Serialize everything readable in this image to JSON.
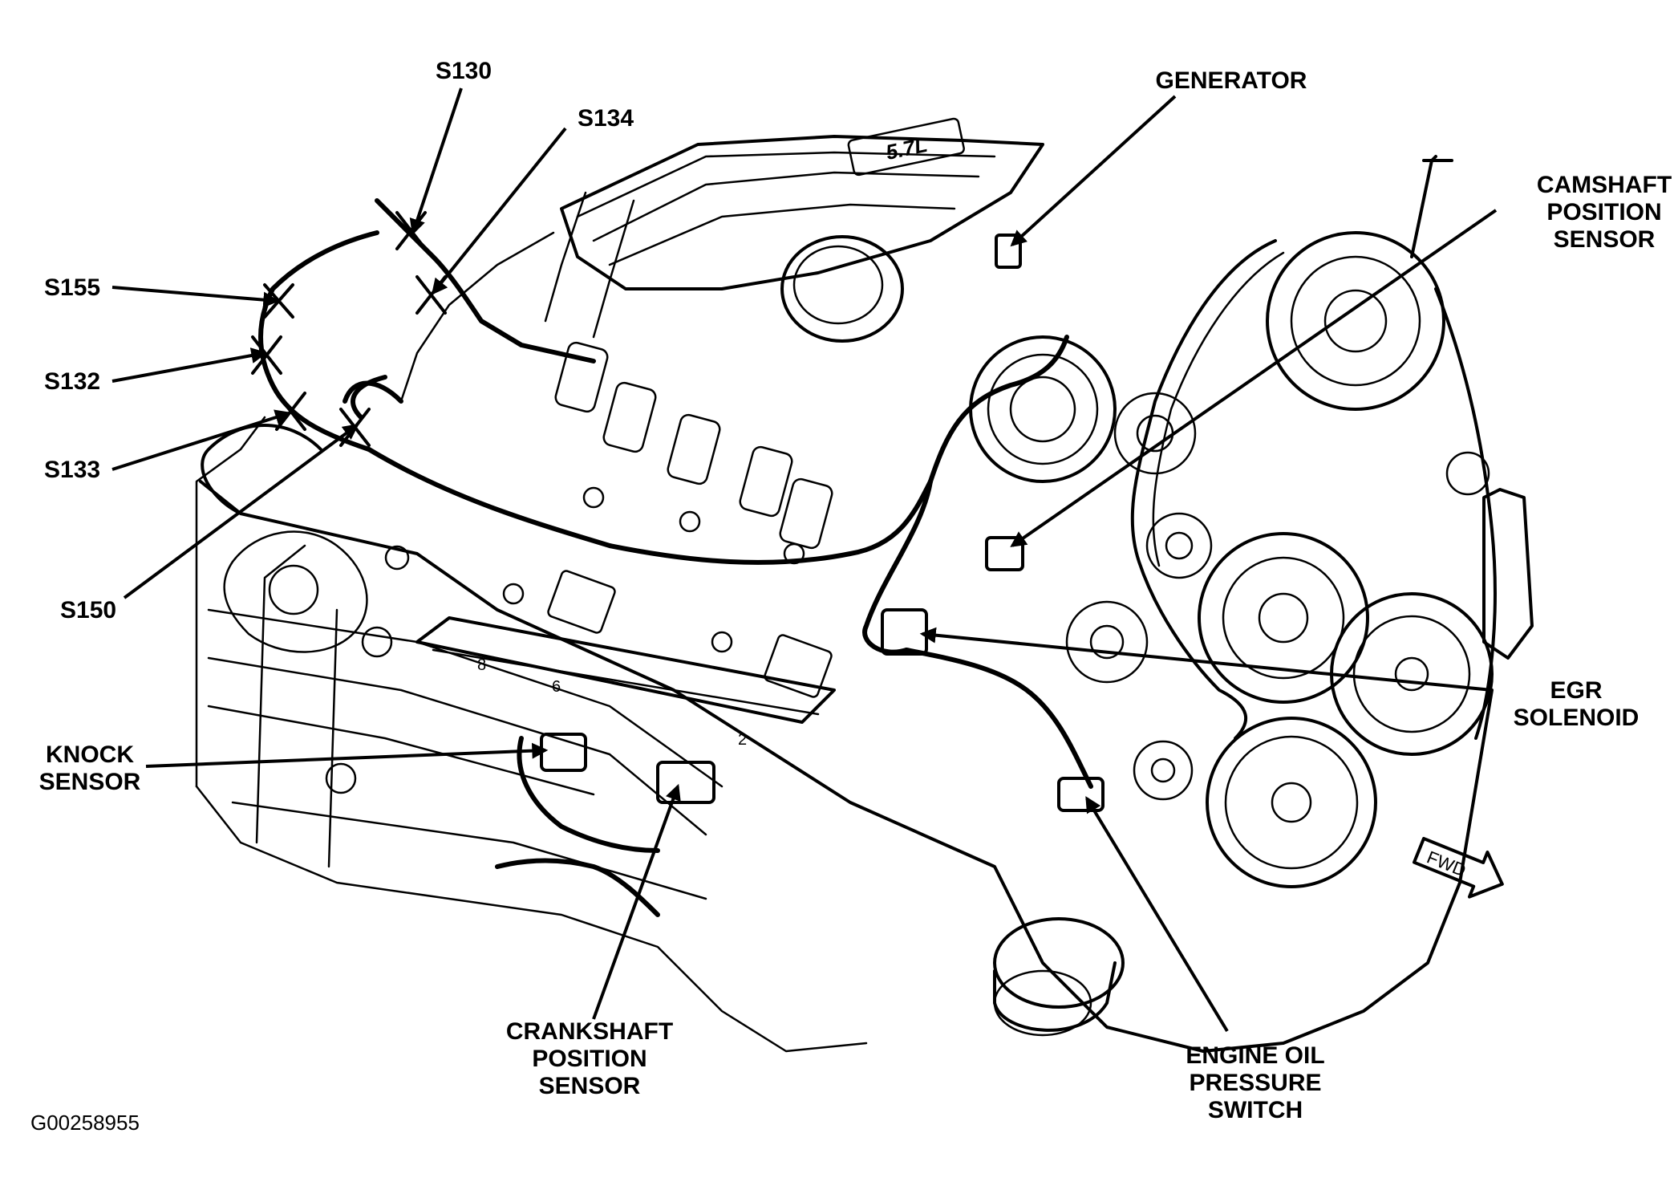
{
  "labels": {
    "s130": "S130",
    "s134": "S134",
    "s155": "S155",
    "s132": "S132",
    "s133": "S133",
    "s150": "S150",
    "generator": "GENERATOR",
    "camshaft_1": "CAMSHAFT",
    "camshaft_2": "POSITION",
    "camshaft_3": "SENSOR",
    "egr_1": "EGR",
    "egr_2": "SOLENOID",
    "knock_1": "KNOCK",
    "knock_2": "SENSOR",
    "crank_1": "CRANKSHAFT",
    "crank_2": "POSITION",
    "crank_3": "SENSOR",
    "oil_1": "ENGINE OIL",
    "oil_2": "PRESSURE",
    "oil_3": "SWITCH",
    "fwd": "FWD",
    "figure_id": "G00258955"
  },
  "engine_badge": "5.7L"
}
